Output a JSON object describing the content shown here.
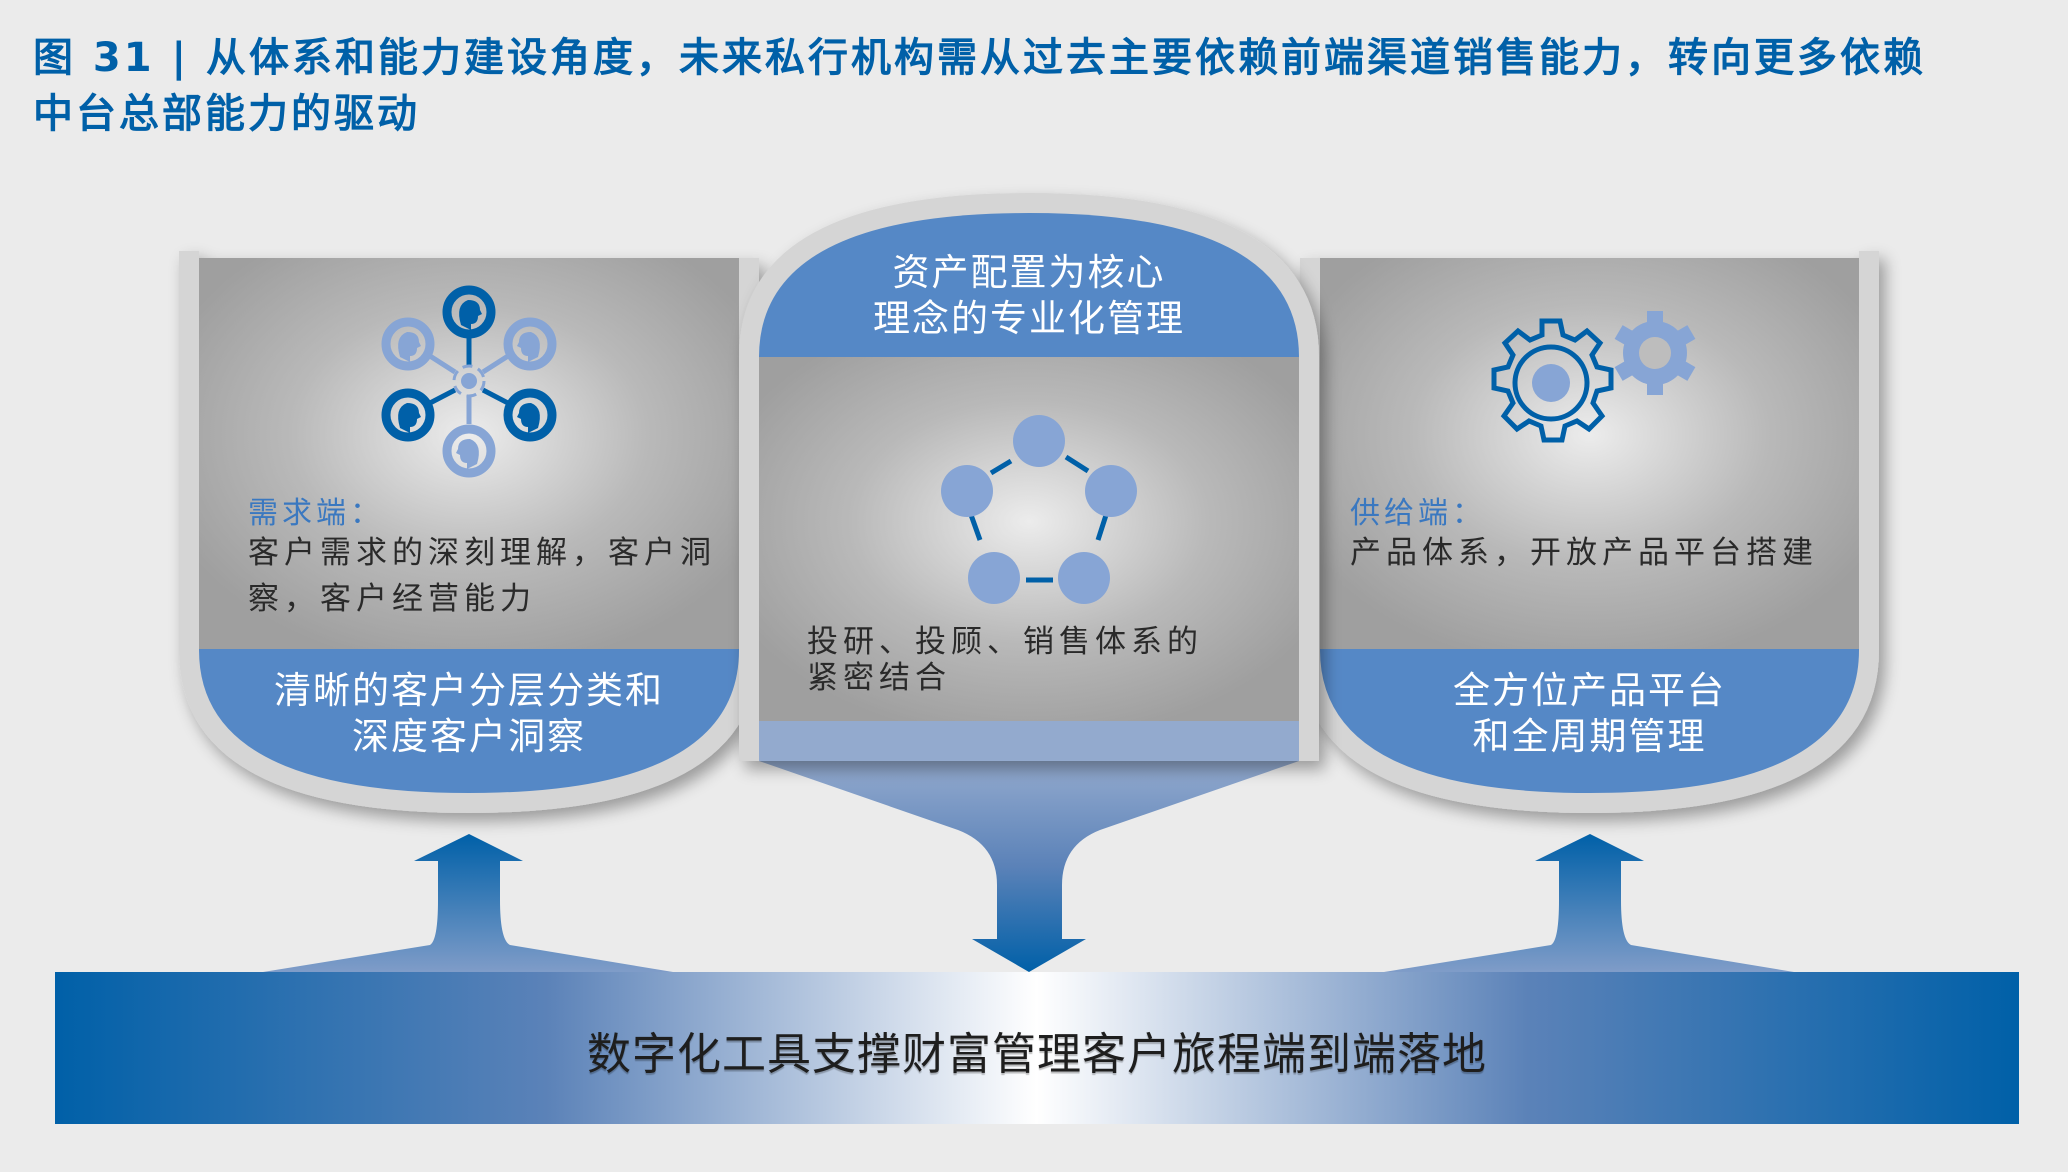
{
  "figure": {
    "title_line1": "图 31 | 从体系和能力建设角度，未来私行机构需从过去主要依赖前端渠道销售能力，转向更多依赖",
    "title_line2": "中台总部能力的驱动"
  },
  "panels": {
    "left": {
      "icon": "people-network-icon",
      "label": "需求端：",
      "description_line1": "客户需求的深刻理解，客户洞",
      "description_line2": "察，客户经营能力",
      "band_line1": "清晰的客户分层分类和",
      "band_line2": "深度客户洞察"
    },
    "center": {
      "band_line1": "资产配置为核心",
      "band_line2": "理念的专业化管理",
      "icon": "pentagon-nodes-icon",
      "description_line1": "投研、投顾、销售体系的",
      "description_line2": "紧密结合"
    },
    "right": {
      "icon": "gears-icon",
      "label": "供给端：",
      "description_line1": "产品体系，开放产品平台搭建",
      "band_line1": "全方位产品平台",
      "band_line2": "和全周期管理"
    }
  },
  "arrows": {
    "left": "up",
    "center": "down",
    "right": "up"
  },
  "bottom_bar": {
    "text": "数字化工具支撑财富管理客户旅程端到端落地"
  },
  "colors": {
    "title": "#0060a8",
    "band_blue": "#5588c6",
    "dark_blue": "#0060a8",
    "light_blue": "#87a5d5",
    "panel_gray": "#a0a0a0",
    "background": "#ebebeb"
  }
}
